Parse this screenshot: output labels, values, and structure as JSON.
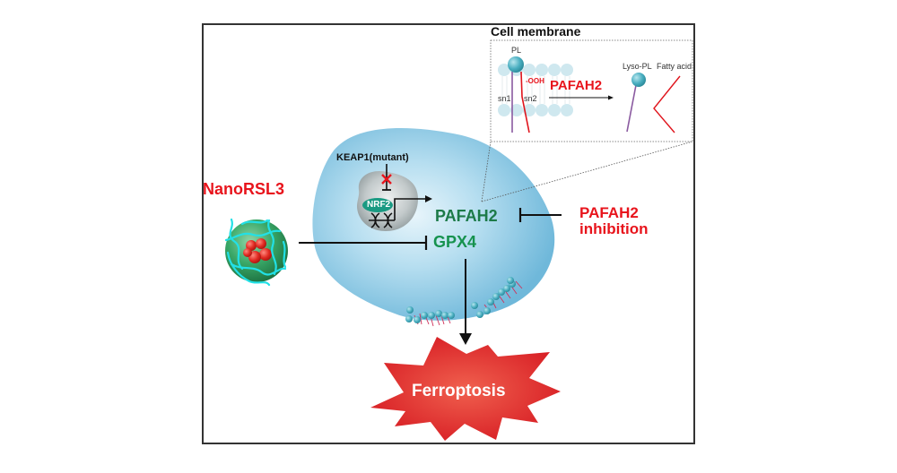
{
  "figure": {
    "inset": {
      "title": "Cell membrane",
      "pl_label": "PL",
      "ooh_label": "-OOH",
      "sn1_label": "sn1",
      "sn2_label": "sn2",
      "enzyme_label": "PAFAH2",
      "product1_label": "Lyso-PL",
      "product2_label": "Fatty acid"
    },
    "nucleus": {
      "keap1_label": "KEAP1(mutant)",
      "nrf2_label": "NRF2"
    },
    "cell": {
      "pafah2_label": "PAFAH2",
      "gpx4_label": "GPX4"
    },
    "drug": {
      "label": "NanoRSL3"
    },
    "inhibitor": {
      "line1": "PAFAH2",
      "line2": "inhibition"
    },
    "outcome": {
      "label": "Ferroptosis"
    },
    "colors": {
      "red": "#e8141c",
      "green": "#1c7a48",
      "cell_blue": "#7fc3e0",
      "nucleus_grey": "#9aa6a8",
      "nrf2_teal": "#1a9a82",
      "lipid_head": "#3aa6b8",
      "burst_red": "#e2282a"
    }
  }
}
